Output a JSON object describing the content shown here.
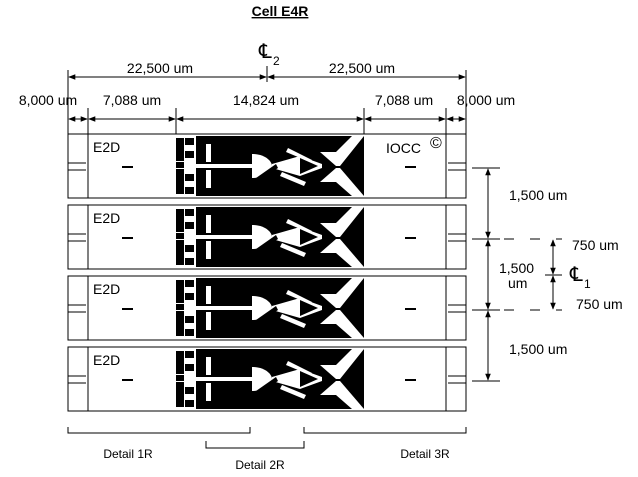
{
  "title": "Cell E4R",
  "centerline_2": {
    "symbol": "℄",
    "sub": "2"
  },
  "centerline_1": {
    "symbol": "℄",
    "sub": "1"
  },
  "top_dims": {
    "left_half": "22,500 um",
    "right_half": "22,500 um"
  },
  "segment_dims": {
    "left_edge": "8,000 um",
    "left_field": "7,088 um",
    "center": "14,824 um",
    "right_field": "7,088 um",
    "right_edge": "8,000 um"
  },
  "logo": "IOCC",
  "logo_mark": "©",
  "device_labels": [
    "E2D",
    "E2D",
    "E2D",
    "E2D"
  ],
  "pitch_dims": {
    "upper": "1,500 um",
    "offset_top": "750 um",
    "mid_line1": "1,500",
    "mid_line2": "um",
    "offset_bottom": "750 um",
    "lower": "1,500 um"
  },
  "details": [
    "Detail 1R",
    "Detail 2R",
    "Detail 3R"
  ]
}
